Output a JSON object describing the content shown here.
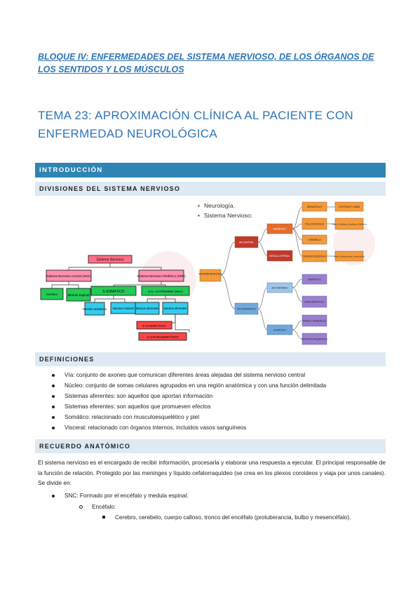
{
  "bloque": "BLOQUE IV: ENFERMEDADES DEL SISTEMA NERVIOSO, DE LOS ÓRGANOS DE LOS SENTIDOS Y LOS MÚSCULOS",
  "tema": "TEMA 23: APROXIMACIÓN CLÍNICA AL PACIENTE CON ENFERMEDAD NEUROLÓGICA",
  "sections": {
    "introduccion": "INTRODUCCIÓN",
    "divisiones": "DIVISIONES DEL SISTEMA NERVIOSO",
    "definiciones": "DEFINICIONES",
    "recuerdo": "RECUERDO ANATÓMICO"
  },
  "left_tree": {
    "root": "Sistema Nervioso",
    "snc": "Sistema Nervioso Central (SNC)",
    "snp": "Sistema Nervioso Periférico (SNP)",
    "cerebro": "Cerebro",
    "medula": "Médula Espinal",
    "somatico": "S.SOMÁTICO",
    "autonomo": "S.N. AUTÓNOMO (SNA)",
    "n_sensitivos": "Nervios sensitivos",
    "n_motores": "Nervios motores",
    "n_aferentes": "Nervios aferentes",
    "n_eferentes": "Nervios eferentes",
    "simpatico": "S.N.SIMPÁTICO",
    "parasimpatico": "S.N.PARASIMPÁTICO"
  },
  "right_tree": {
    "bullet1": "Neurología.",
    "bullet2": "Sistema Nervioso:",
    "root": "SISTEMA NERVIOSO",
    "snc": "SN CENTRAL",
    "snp": "SN PERIFÉRICO",
    "encefalo": "ENCÉFALO",
    "medula": "MÉDULA ESPINAL",
    "diencefalo": "DIENCÉFALO",
    "telencefalo": "TELE ENCÉFALO",
    "cerebelo": "CEREBELO",
    "tronco": "TRONCO ENCÉFALO",
    "corteza": "CORTEZA Y GGBB",
    "talamo": "Tálamo, Subtálamo, Hipotálamo, Epitálamo",
    "bulbo": "Bulbo, Protuberancia, mesencéfalo",
    "autonomico": "AUTONÓMICO",
    "somatico": "SOMÁTICO",
    "simpatico": "SIMPÁTICO",
    "parasimpatico": "PARA SIMPÁTICO",
    "pares": "PARES CRANEALES",
    "nervios": "NERVIOS RAQUÍDEOS"
  },
  "definiciones": [
    "Vía: conjunto de axones que comunican diferentes áreas alejadas del sistema nervioso central",
    "Núcleo: conjunto de somas celulares agrupados en una región anatómica y con una función delimitada",
    "Sistemas aferentes: son aquellos que aportan información",
    "Sistemas eferentes: son aquellos que promueven efectos",
    "Somático: relacionado con musculoesquelético y piel",
    "Visceral: relacionado con órganos internos, incluidos vasos sanguíneos"
  ],
  "recuerdo_parrafo": "El sistema nervioso es el encargado de recibir información, procesarla y elaborar una respuesta a ejecutar. El principal responsable de la función de relación. Protegido por las meninges y líquido cefalorraquídeo (se crea en los plexos coroideos y viaja por unos canales). Se divide en:",
  "lista": {
    "snc": "SNC: Formado por el encéfalo y medula espinal.",
    "encefalo": "Encéfalo:",
    "partes": "Cerebro, cerebelo, cuerpo calloso, tronco del encéfalo (protuberancia, bulbo y mesencéfalo)."
  },
  "colors": {
    "heading_blue": "#2e75b6",
    "bar_blue": "#2e85b3",
    "bar_light": "#ddeaf3",
    "pink": "#ff8fb0",
    "green": "#22cc55",
    "cyan": "#33ccee",
    "red": "#ff4444",
    "orange": "#f39a3a",
    "dark_red": "#c0392b",
    "light_blue": "#6fa8dc",
    "purple": "#9b7fd0"
  }
}
